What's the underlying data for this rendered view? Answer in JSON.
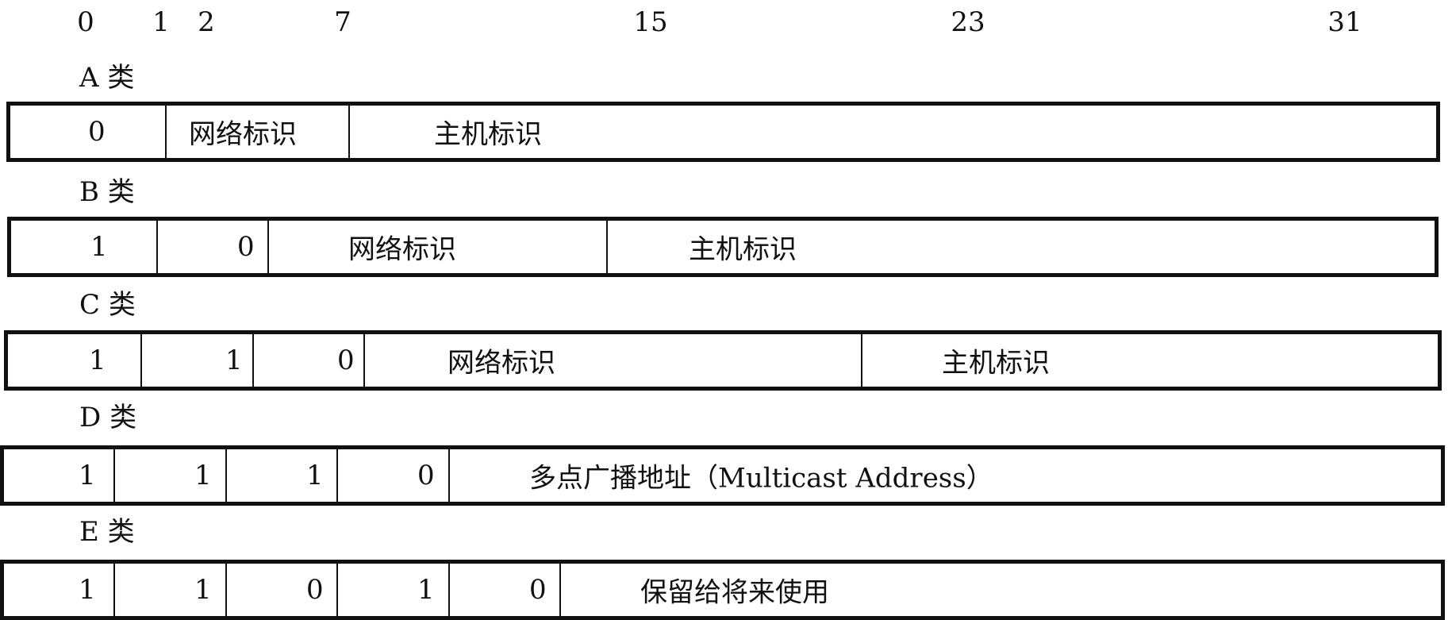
{
  "bit_positions": [
    "0",
    "1",
    "2",
    "7",
    "15",
    "23",
    "31"
  ],
  "classes": [
    {
      "label": "A 类",
      "cells": [
        "0",
        "网络标识",
        "主机标识"
      ]
    },
    {
      "label": "B 类",
      "cells": [
        "1",
        "0",
        "网络标识",
        "主机标识"
      ]
    },
    {
      "label": "C 类",
      "cells": [
        "1",
        "1",
        "0",
        "网络标识",
        "主机标识"
      ]
    },
    {
      "label": "D 类",
      "cells": [
        "1",
        "1",
        "1",
        "0",
        "多点广播地址（Multicast Address）"
      ]
    },
    {
      "label": "E 类",
      "cells": [
        "1",
        "1",
        "0",
        "1",
        "0",
        "保留给将来使用"
      ]
    }
  ]
}
